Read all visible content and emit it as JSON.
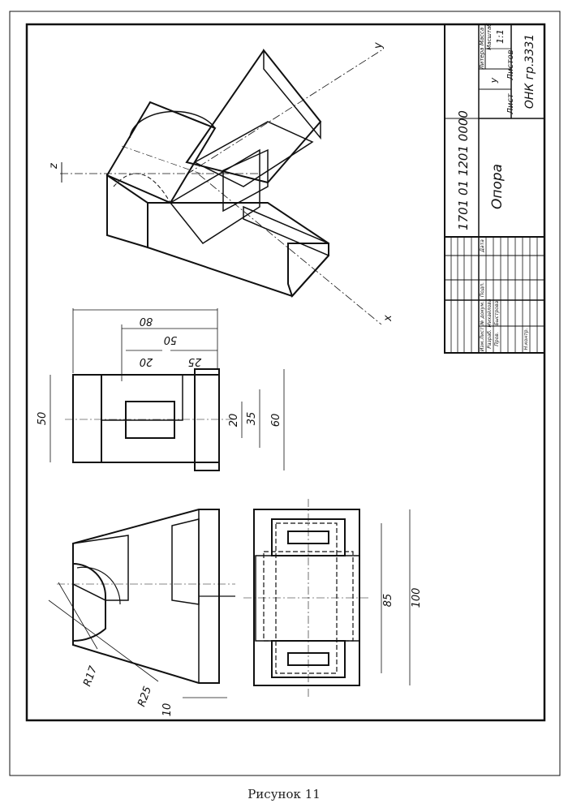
{
  "drawing": {
    "title": "Опора",
    "code": "1701 01 1201 0000",
    "scale": "1:1",
    "organization": "ОНК гр.3331",
    "sheet_label": "Лист",
    "sheets_label": "Листов",
    "title_block_headers": [
      "Литера",
      "Масса",
      "Масштаб"
    ],
    "litera": "у",
    "rev_headers": [
      "Изм.",
      "Лист",
      "№ докум.",
      "Подп.",
      "Дата"
    ],
    "role_developer": "Разраб.",
    "name_developer": "Михайлова",
    "role_checker": "Пров.",
    "name_checker": "Быстрова",
    "role_norm": "Н.контр."
  },
  "axes": {
    "x": "x",
    "y": "y",
    "z": "z"
  },
  "dims_side": {
    "d50": "50",
    "d60": "60",
    "d20": "20",
    "d35": "35",
    "d80": "80",
    "d50b": "50",
    "d20b": "20",
    "d25": "25"
  },
  "dims_front": {
    "r17": "R17",
    "r25": "R25",
    "d10": "10"
  },
  "dims_top": {
    "d85": "85",
    "d100": "100"
  },
  "caption": "Рисунок 11"
}
